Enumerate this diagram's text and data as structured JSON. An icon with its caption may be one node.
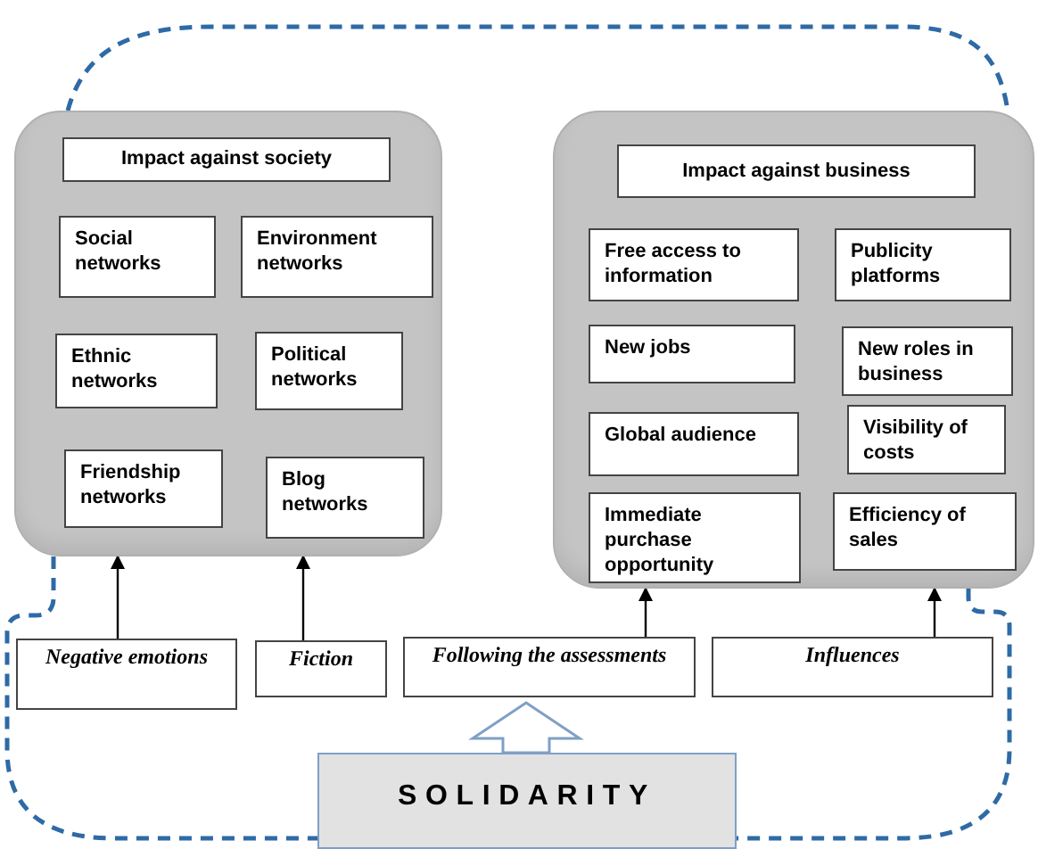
{
  "diagram": {
    "nodes": [
      {
        "text": [],
        "shape": "box"
      },
      {
        "text": [
          "Impact against society"
        ],
        "in": 0
      },
      {
        "text": [
          "Social networks"
        ],
        "in": 0
      },
      {
        "text": [
          "Environment networks"
        ],
        "in": 0
      },
      {
        "text": [
          "Ethnic networks"
        ],
        "in": 0
      },
      {
        "text": [
          "Political networks"
        ],
        "in": 0
      },
      {
        "text": [
          "Friendship networks"
        ],
        "in": 0
      },
      {
        "text": [
          "Blog networks"
        ],
        "in": 0
      },
      {
        "text": [],
        "shape": "box"
      },
      {
        "text": [
          "Impact against business"
        ],
        "in": 8
      },
      {
        "text": [
          "Free access to information"
        ],
        "in": 8
      },
      {
        "text": [
          "Publicity platforms"
        ],
        "in": 8
      },
      {
        "text": [
          "New jobs"
        ],
        "in": 8
      },
      {
        "text": [
          "New roles in business"
        ],
        "in": 8
      },
      {
        "text": [
          "Global audience"
        ],
        "in": 8
      },
      {
        "text": [
          "Visibility of costs"
        ],
        "in": 8
      },
      {
        "text": [
          "Immediate purchase opportunity"
        ],
        "in": 8
      },
      {
        "text": [
          "Efficiency of sales"
        ],
        "in": 8
      },
      {
        "text": [
          "Negative emotions"
        ]
      },
      {
        "text": [
          "Fiction"
        ]
      },
      {
        "text": [
          "Following the assessments"
        ]
      },
      {
        "text": [
          "Influences"
        ]
      },
      {
        "text": [
          "SOLIDARITY"
        ]
      }
    ],
    "edges": [
      {
        "from": 18,
        "to": 0,
        "arrow": "to"
      },
      {
        "from": 19,
        "to": 0,
        "arrow": "to"
      },
      {
        "from": 20,
        "to": 8,
        "arrow": "to"
      },
      {
        "from": 21,
        "to": 8,
        "arrow": "to"
      },
      {
        "from": 22,
        "to": 20,
        "arrow": "to",
        "style": "thick",
        "color": "#7f9fc6"
      },
      {
        "from": 0,
        "to": 8,
        "arrow": "none",
        "style": "dashed",
        "color": "#2e6aa6"
      },
      {
        "from": 0,
        "to": 22,
        "arrow": "none",
        "style": "dashed",
        "color": "#2e6aa6"
      },
      {
        "from": 8,
        "to": 22,
        "arrow": "none",
        "style": "dashed",
        "color": "#2e6aa6"
      }
    ]
  }
}
